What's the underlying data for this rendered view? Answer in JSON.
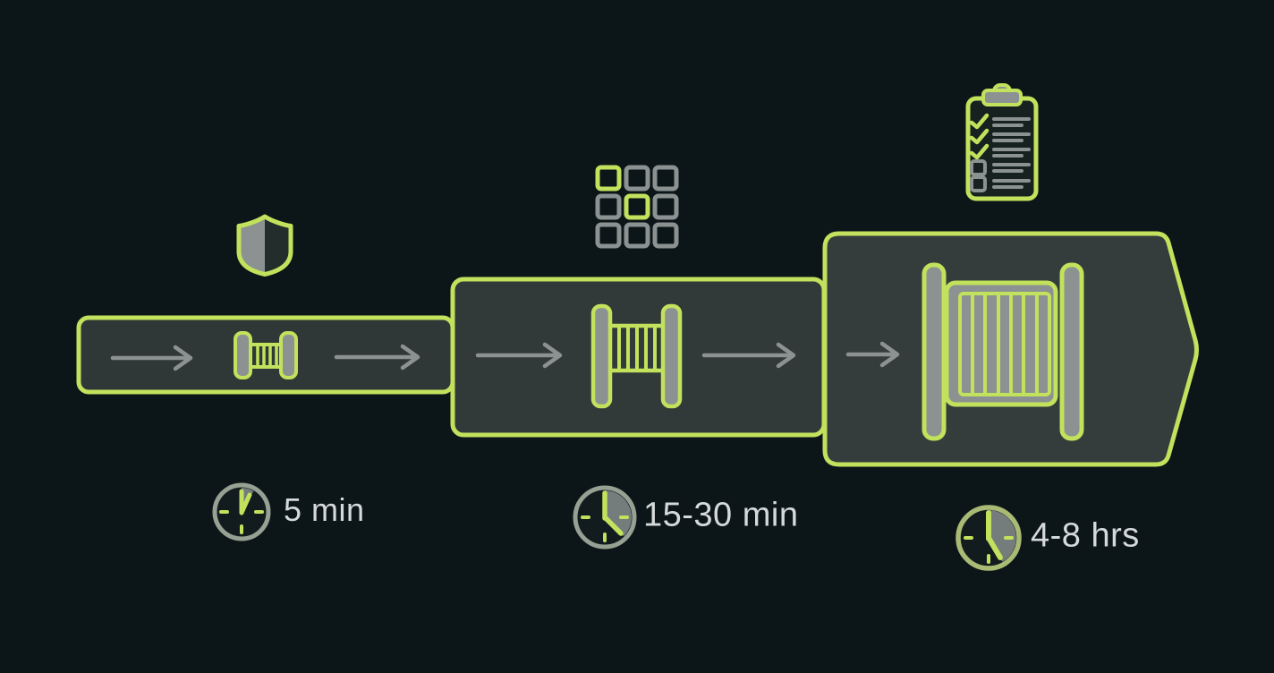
{
  "diagram": {
    "stages": [
      {
        "icon": "shield-icon",
        "module_icon": "spool-icon-small",
        "clock_icon": "clock-icon",
        "duration": "5 min"
      },
      {
        "icon": "grid-icon",
        "module_icon": "spool-icon-medium",
        "clock_icon": "clock-icon",
        "duration": "15-30 min"
      },
      {
        "icon": "clipboard-checklist-icon",
        "module_icon": "spool-icon-large",
        "clock_icon": "clock-icon",
        "duration": "4-8 hrs"
      }
    ],
    "clipboard_checklist": {
      "checked_items": 3,
      "unchecked_items": 2
    },
    "grid_icon_highlighted_cells": [
      0,
      4
    ],
    "colors": {
      "background": "#0c1619",
      "accent": "#c2e15c",
      "stage_fill": "#2f3837",
      "stage_fill_large": "#343d3c",
      "muted_gray": "#8b9291",
      "clock_ring": "#96a093",
      "clock_ring_accent": "#a9ba74",
      "clock_face": "#121c1f",
      "wedge_gray": "#7f8886",
      "label_text": "#d5d9da"
    }
  }
}
